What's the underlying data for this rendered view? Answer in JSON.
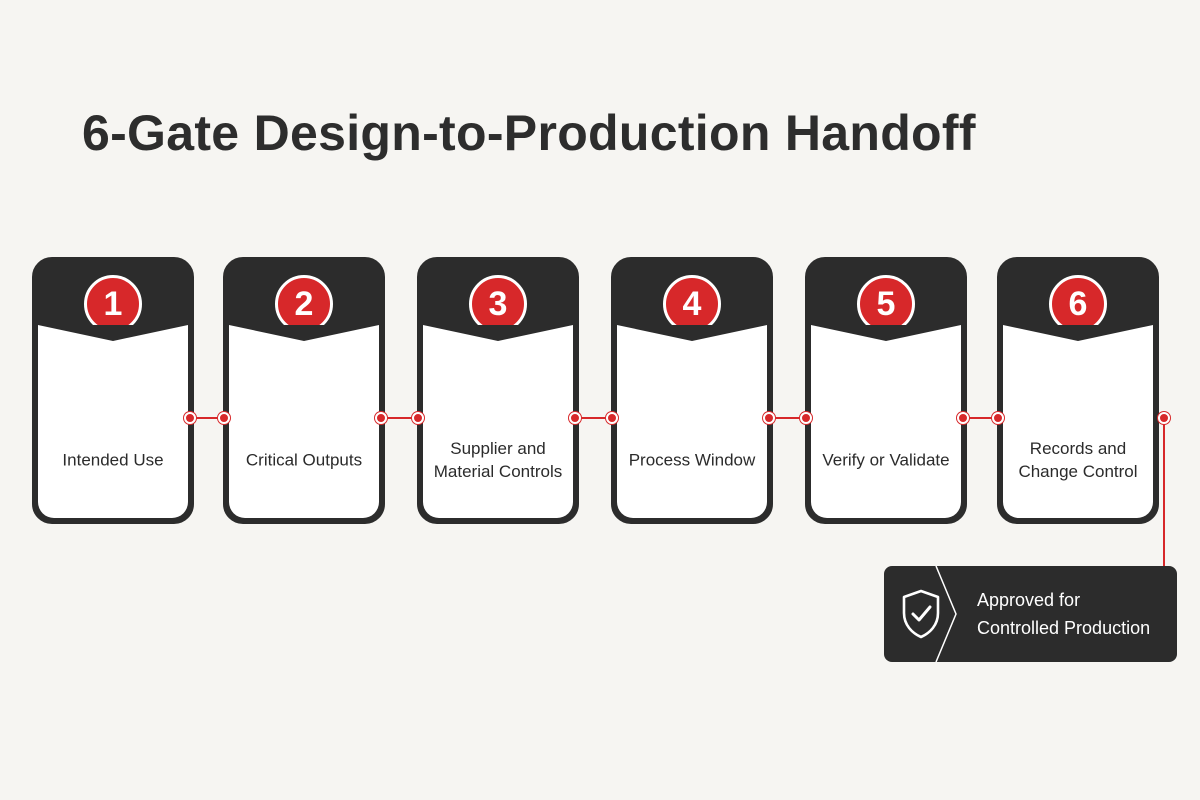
{
  "title": "6-Gate Design-to-Production Handoff",
  "colors": {
    "accent": "#d7282a",
    "dark": "#2c2c2c",
    "background": "#f6f5f2",
    "panel": "#ffffff"
  },
  "gates": [
    {
      "number": "1",
      "label": "Intended Use"
    },
    {
      "number": "2",
      "label": "Critical Outputs"
    },
    {
      "number": "3",
      "label": "Supplier and\nMaterial Controls"
    },
    {
      "number": "4",
      "label": "Process Window"
    },
    {
      "number": "5",
      "label": "Verify or Validate"
    },
    {
      "number": "6",
      "label": "Records and\nChange Control"
    }
  ],
  "outcome": {
    "label": "Approved for\nControlled Production",
    "icon": "shield-check-icon"
  }
}
